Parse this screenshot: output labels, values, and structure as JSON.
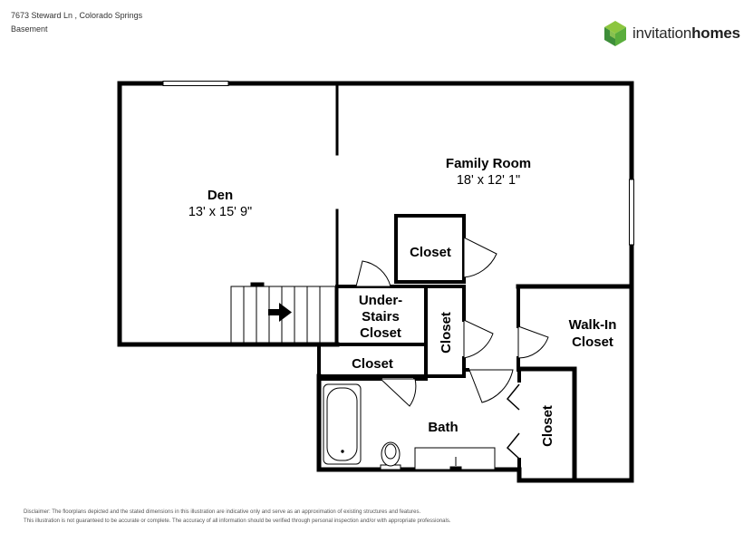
{
  "header": {
    "address": "7673 Steward Ln , Colorado Springs",
    "floor": "Basement"
  },
  "brand": {
    "name_part1": "invitation",
    "name_part2": "homes",
    "colors": {
      "green_dark": "#3e8e3a",
      "green_light": "#8cc63f",
      "green_mid": "#5aae3c"
    }
  },
  "rooms": {
    "den": {
      "label": "Den",
      "dims": "13' x 15' 9\""
    },
    "family_room": {
      "label": "Family Room",
      "dims": "18' x 12' 1\""
    },
    "closet_upper": {
      "label": "Closet"
    },
    "under_stairs": {
      "line1": "Under-",
      "line2": "Stairs",
      "line3": "Closet"
    },
    "closet_vertical": {
      "label": "Closet"
    },
    "walk_in": {
      "line1": "Walk-In",
      "line2": "Closet"
    },
    "closet_lower": {
      "label": "Closet"
    },
    "bath": {
      "label": "Bath"
    },
    "closet_bath": {
      "label": "Closet"
    }
  },
  "disclaimer": {
    "line1": "Disclaimer: The floorplans depicted and the stated dimensions in this illustration are indicative only and serve as an approximation of existing structures and features.",
    "line2": "This illustration is not guaranteed to be accurate or complete. The accuracy of all information should be verified through personal inspection and/or with appropriate professionals."
  }
}
